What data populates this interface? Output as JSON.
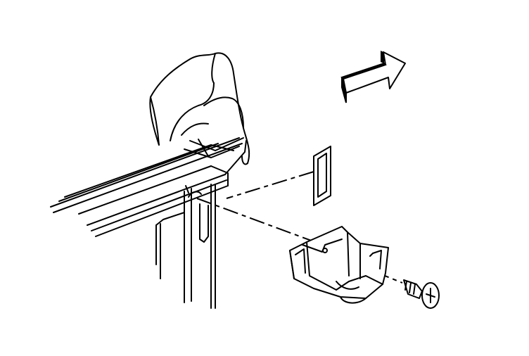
{
  "diagram": {
    "parts": [
      {
        "id": "door-window-frame",
        "icon": "window-channel-rail"
      },
      {
        "id": "trim-panel-peeled",
        "icon": "folded-trim"
      },
      {
        "id": "retainer-slot",
        "icon": "rectangular-slot"
      },
      {
        "id": "bracket-clip",
        "icon": "mounting-bracket"
      },
      {
        "id": "screw",
        "icon": "phillips-screw"
      },
      {
        "id": "direction-arrow",
        "icon": "forward-arrow"
      }
    ],
    "colors": {
      "ink": "#000000",
      "paper": "#ffffff"
    }
  }
}
